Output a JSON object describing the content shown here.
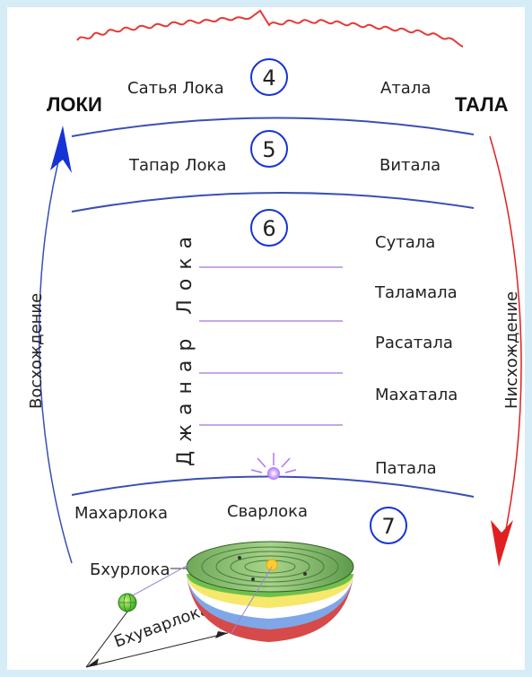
{
  "labels": {
    "loki": "ЛОКИ",
    "tala": "ТАЛА",
    "satya_loka": "Сатья Лока",
    "tapar_loka": "Тапар Лока",
    "dzhanar_loka": "Джанар Лока",
    "maharloka": "Махарлока",
    "svarloka": "Сварлока",
    "bhurloka": "Бхурлока",
    "bhuvarloka": "Бхуварлока",
    "atala": "Атала",
    "vitala": "Витала",
    "sutala": "Сутала",
    "talatala": "Таламала",
    "rasatala": "Расатала",
    "mahatala": "Махатала",
    "patala": "Патала",
    "ascent": "Восхождение",
    "descent": "Нисхождение",
    "num4": "4",
    "num5": "5",
    "num6": "6",
    "num7": "7"
  },
  "colors": {
    "band_line": "#3a4fb5",
    "fire": "#e53935",
    "ascent_arrow": "#1633d6",
    "descent_arrow": "#e02020",
    "dzhanar_lines": "#b48ae0"
  }
}
